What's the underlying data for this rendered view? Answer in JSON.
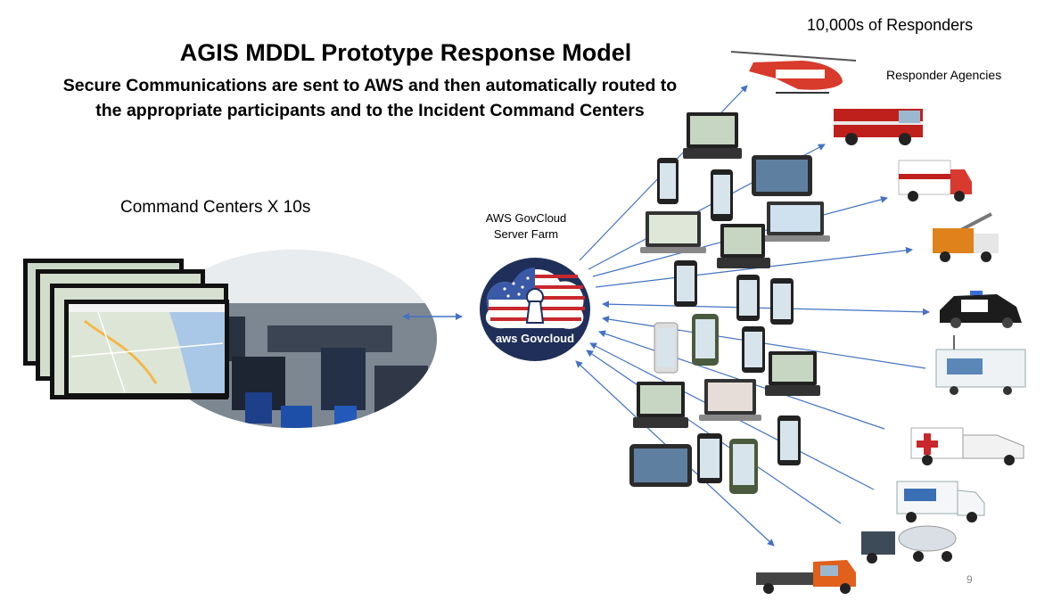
{
  "slide": {
    "title": "AGIS MDDL Prototype Response Model",
    "subtitle_line1": "Secure Communications are sent to AWS and then automatically routed to",
    "subtitle_line2": "the appropriate participants and to the Incident Command Centers",
    "responders_label": "10,000s of Responders",
    "agencies_label": "Responder Agencies",
    "command_centers_label": "Command Centers X 10s",
    "aws_label_line1": "AWS GovCloud",
    "aws_label_line2": "Server Farm",
    "aws_badge_text": "aws Govcloud",
    "page_number": "9"
  },
  "colors": {
    "arrow": "#4472c4",
    "badge_navy": "#1f2f5a",
    "flag_red": "#c8272d"
  }
}
